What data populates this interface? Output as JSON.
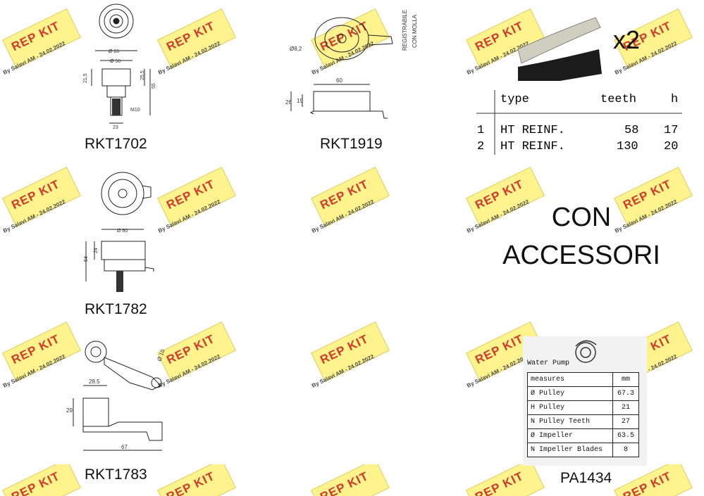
{
  "watermark": {
    "brand": "REP KIT",
    "credit": "By Salavi AM - 24.02.2022"
  },
  "parts": [
    {
      "code": "RKT1702"
    },
    {
      "code": "RKT1919"
    },
    {
      "code": "RKT1782"
    },
    {
      "code": "RKT1783"
    },
    {
      "code": "PA1434"
    }
  ],
  "drawings": {
    "rkt1702": {
      "d1": "Ø 66",
      "d2": "Ø 56",
      "h1": "21,5",
      "h2": "25,5",
      "h3": "55",
      "thread": "M10",
      "w": "23"
    },
    "rkt1919": {
      "dia": "Ø8,2",
      "note1": "REGISTRABILE",
      "note2": "CON MOLLA",
      "w": "60",
      "h1": "26",
      "h2": "19"
    },
    "rkt1782": {
      "dia": "Ø 60",
      "h1": "24",
      "h2": "54"
    },
    "rkt1783": {
      "dia": "Ø 10",
      "w1": "28.5",
      "h1": "29",
      "w2": "67"
    }
  },
  "belt": {
    "multiplier": "x2",
    "headers": [
      "",
      "type",
      "teeth",
      "h"
    ],
    "rows": [
      {
        "n": "1",
        "type": "HT REINF.",
        "teeth": "58",
        "h": "17"
      },
      {
        "n": "2",
        "type": "HT REINF.",
        "teeth": "130",
        "h": "20"
      }
    ]
  },
  "accessories": {
    "line1": "CON",
    "line2": "ACCESSORI"
  },
  "water_pump": {
    "title": "Water Pump",
    "header": {
      "key": "measures",
      "val": "mm"
    },
    "rows": [
      {
        "key": "Ø Pulley",
        "val": "67.3"
      },
      {
        "key": "H Pulley",
        "val": "21"
      },
      {
        "key": "N Pulley Teeth",
        "val": "27"
      },
      {
        "key": "Ø Impeller",
        "val": "63.5"
      },
      {
        "key": "N Impeller Blades",
        "val": "8"
      }
    ]
  }
}
